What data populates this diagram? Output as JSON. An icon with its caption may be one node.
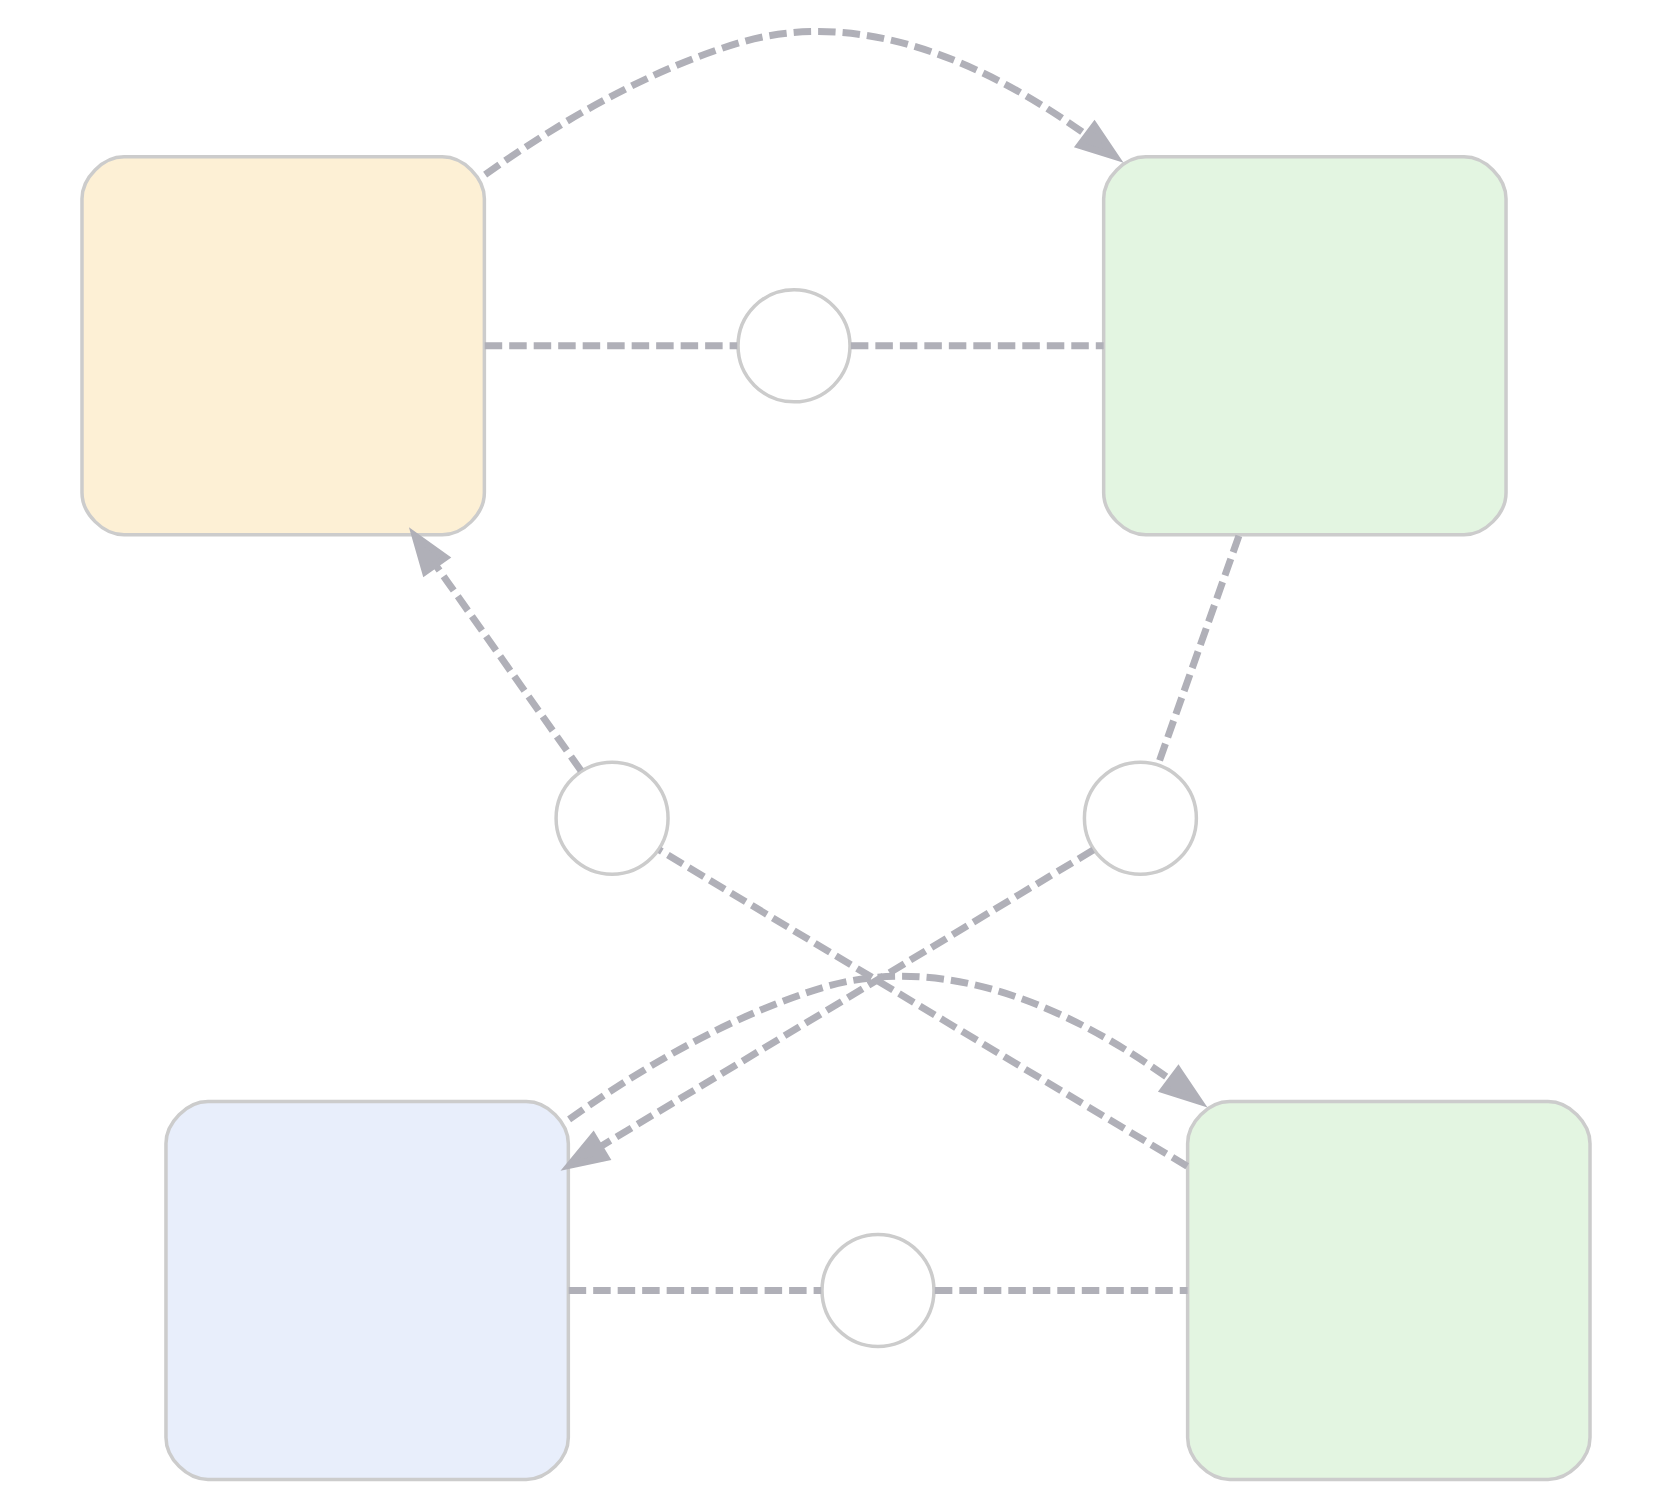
{
  "diagram": {
    "nodes": [
      {
        "text": [],
        "shape": "box"
      },
      {
        "text": [],
        "shape": "box"
      },
      {
        "text": [],
        "shape": "box"
      },
      {
        "text": [],
        "shape": "box"
      },
      {
        "text": [],
        "shape": "circle"
      },
      {
        "text": [],
        "shape": "circle"
      },
      {
        "text": [],
        "shape": "circle"
      },
      {
        "text": [],
        "shape": "circle"
      }
    ],
    "edges": [
      {
        "from": 0,
        "to": 1,
        "arrow": "to",
        "style": "dashed"
      },
      {
        "from": 0,
        "to": 4,
        "arrow": "none",
        "style": "dashed"
      },
      {
        "from": 4,
        "to": 1,
        "arrow": "none",
        "style": "dashed"
      },
      {
        "from": 1,
        "to": 5,
        "arrow": "none",
        "style": "dashed"
      },
      {
        "from": 5,
        "to": 2,
        "arrow": "to",
        "style": "dashed"
      },
      {
        "from": 2,
        "to": 3,
        "arrow": "to",
        "style": "dashed"
      },
      {
        "from": 2,
        "to": 6,
        "arrow": "none",
        "style": "dashed"
      },
      {
        "from": 6,
        "to": 3,
        "arrow": "none",
        "style": "dashed"
      },
      {
        "from": 3,
        "to": 7,
        "arrow": "none",
        "style": "dashed"
      },
      {
        "from": 7,
        "to": 0,
        "arrow": "to",
        "style": "dashed"
      }
    ]
  }
}
